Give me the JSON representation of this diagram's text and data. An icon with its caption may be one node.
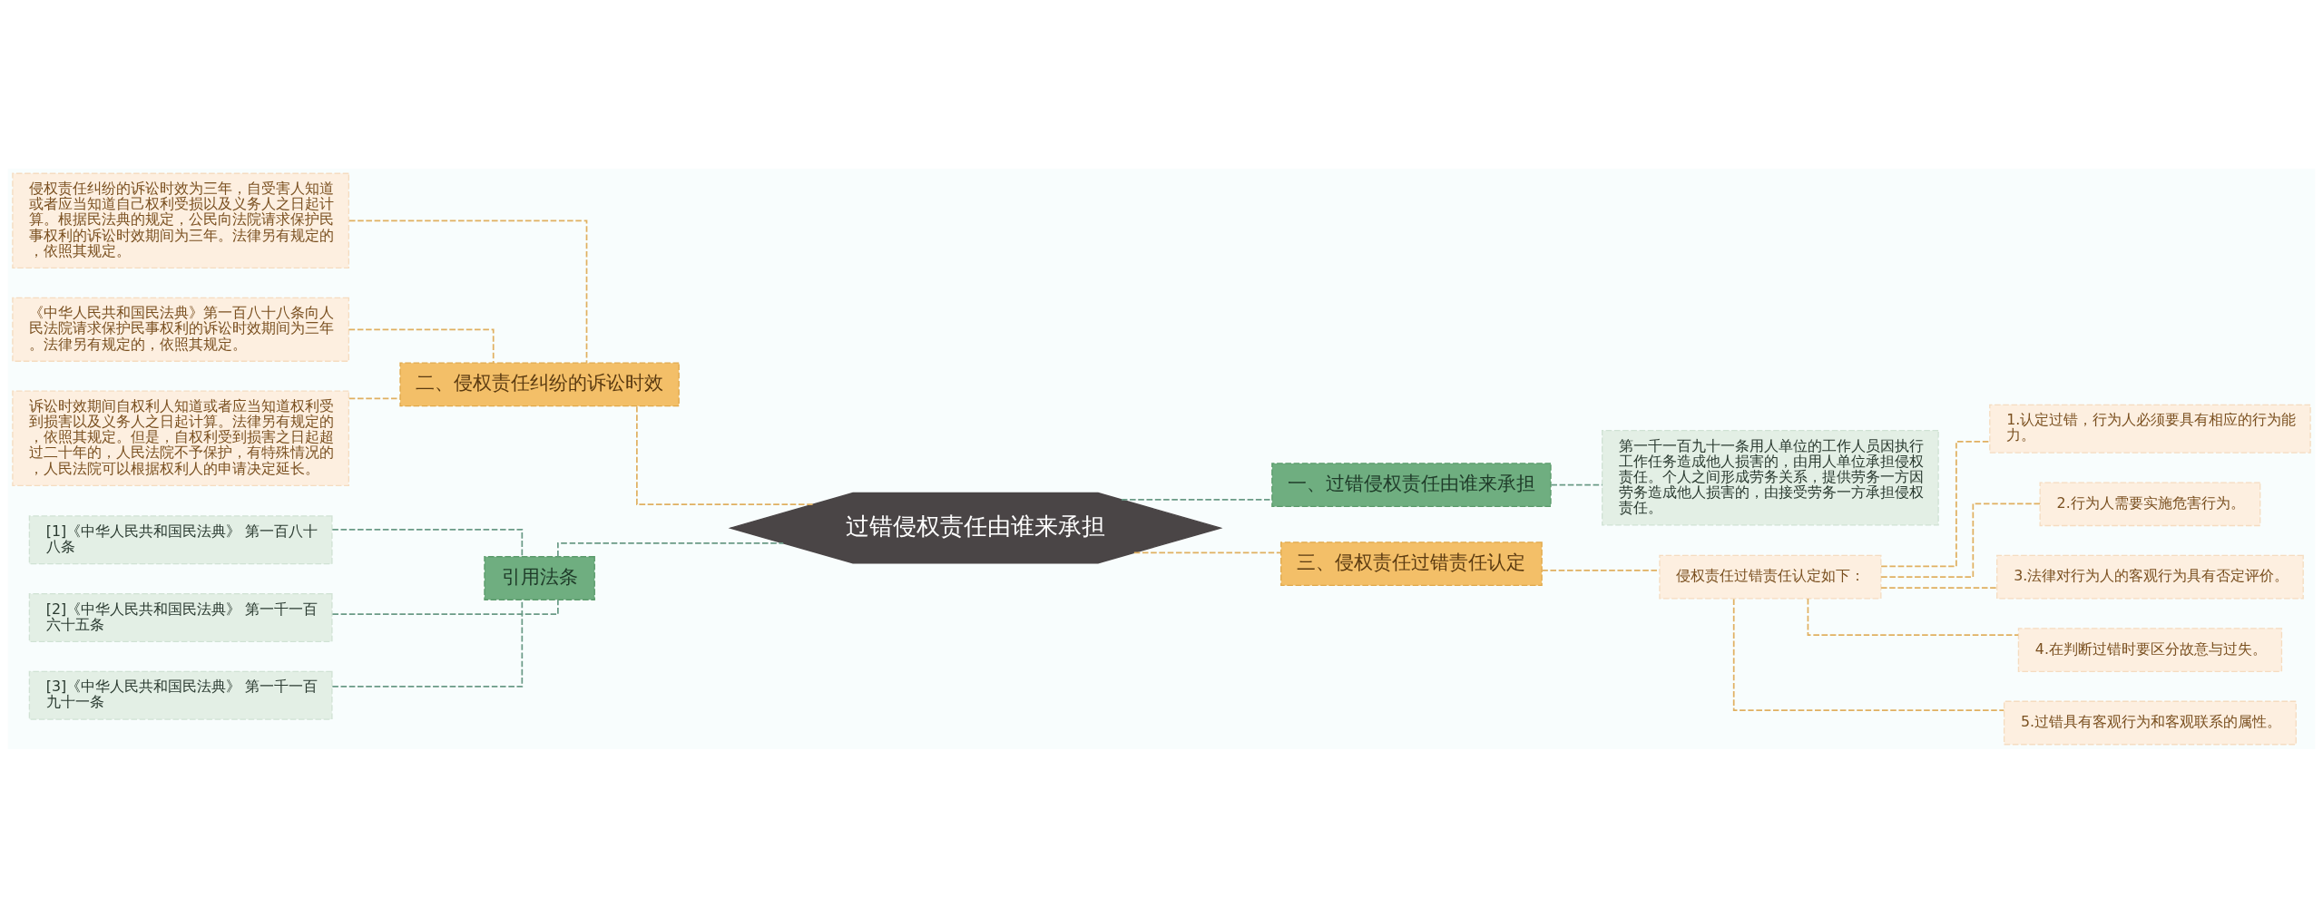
{
  "diagram": {
    "nodes": [
      {
        "text": [
          "过错侵权责任由谁来承担"
        ]
      },
      {
        "text": [
          "二、侵权责任纠纷的诉讼时效"
        ]
      },
      {
        "text": [
          "侵权责任纠纷的诉讼时效为三年，自受害人知道或者应当知道自己权利受损以及义务人之日起计算。根据民法典的规定，公民向法院请求保护民事权利的诉讼时效期间为三年。法律另有规定的，依照其规定。"
        ]
      },
      {
        "text": [
          "《中华人民共和国民法典》第一百八十八条向人民法院请求保护民事权利的诉讼时效期间为三年。法律另有规定的，依照其规定。"
        ]
      },
      {
        "text": [
          "诉讼时效期间自权利人知道或者应当知道权利受到损害以及义务人之日起计算。法律另有规定的，依照其规定。但是，自权利受到损害之日起超过二十年的，人民法院不予保护，有特殊情况的，人民法院可以根据权利人的申请决定延长。"
        ]
      },
      {
        "text": [
          "引用法条"
        ]
      },
      {
        "text": [
          "[1]《中华人民共和国民法典》 第一百八十八条"
        ]
      },
      {
        "text": [
          "[2]《中华人民共和国民法典》 第一千一百六十五条"
        ]
      },
      {
        "text": [
          "[3]《中华人民共和国民法典》 第一千一百九十一条"
        ]
      },
      {
        "text": [
          "一、过错侵权责任由谁来承担"
        ]
      },
      {
        "text": [
          "第一千一百九十一条用人单位的工作人员因执行工作任务造成他人损害的，由用人单位承担侵权责任。个人之间形成劳务关系，提供劳务一方因劳务造成他人损害的，由接受劳务一方承担侵权责任。"
        ]
      },
      {
        "text": [
          "三、侵权责任过错责任认定"
        ]
      },
      {
        "text": [
          "侵权责任过错责任认定如下："
        ]
      },
      {
        "text": [
          "1.认定过错，行为人必须要具有相应的行为能力。"
        ]
      },
      {
        "text": [
          "2.行为人需要实施危害行为。"
        ]
      },
      {
        "text": [
          "3.法律对行为人的客观行为具有否定评价。"
        ]
      },
      {
        "text": [
          "4.在判断过错时要区分故意与过失。"
        ]
      },
      {
        "text": [
          "5.过错具有客观行为和客观联系的属性。"
        ]
      }
    ],
    "edges": [
      {
        "from": 0,
        "to": 1,
        "arrow": "none"
      },
      {
        "from": 1,
        "to": 2,
        "arrow": "none"
      },
      {
        "from": 1,
        "to": 3,
        "arrow": "none"
      },
      {
        "from": 1,
        "to": 4,
        "arrow": "none"
      },
      {
        "from": 0,
        "to": 5,
        "arrow": "none",
        "color": "#6a9a86"
      },
      {
        "from": 5,
        "to": 6,
        "arrow": "none",
        "color": "#6a9a86"
      },
      {
        "from": 5,
        "to": 7,
        "arrow": "none",
        "color": "#6a9a86"
      },
      {
        "from": 5,
        "to": 8,
        "arrow": "none",
        "color": "#6a9a86"
      },
      {
        "from": 0,
        "to": 9,
        "arrow": "none",
        "color": "#6a9a86"
      },
      {
        "from": 9,
        "to": 10,
        "arrow": "none",
        "color": "#6a9a86"
      },
      {
        "from": 0,
        "to": 11,
        "arrow": "none"
      },
      {
        "from": 11,
        "to": 12,
        "arrow": "none"
      },
      {
        "from": 12,
        "to": 13,
        "arrow": "none"
      },
      {
        "from": 12,
        "to": 14,
        "arrow": "none"
      },
      {
        "from": 12,
        "to": 15,
        "arrow": "none"
      },
      {
        "from": 12,
        "to": 16,
        "arrow": "none"
      },
      {
        "from": 12,
        "to": 17,
        "arrow": "none"
      }
    ]
  }
}
